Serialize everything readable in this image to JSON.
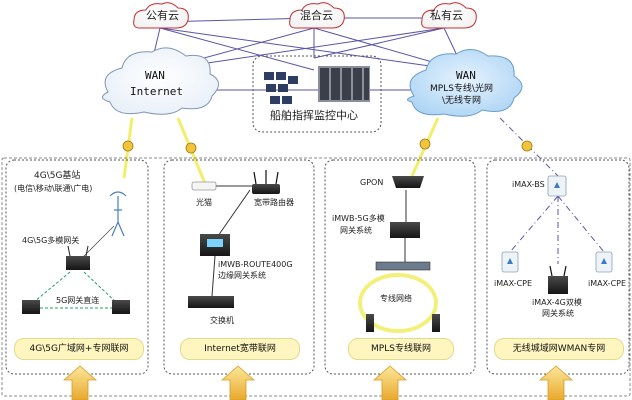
{
  "clouds": {
    "public": "公有云",
    "hybrid": "混合云",
    "private": "私有云"
  },
  "wan_left": {
    "line1": "WAN",
    "line2": "Internet"
  },
  "wan_right": {
    "line1": "WAN",
    "line2": "MPLS专线\\光网",
    "line3": "\\无线专网"
  },
  "control_center": "船舶指挥监控中心",
  "panel1": {
    "base_station_line1": "4G\\5G基站",
    "base_station_line2": "(电信\\移动\\联通\\广电)",
    "gateway_label": "4G\\5G多模网关",
    "direct_label": "5G网关直连",
    "footer": "4G\\5G广域网+专网联网"
  },
  "panel2": {
    "modem_label": "光猫",
    "router_label": "宽带路由器",
    "gateway_line1": "iMWB-ROUTE400G",
    "gateway_line2": "边缘网关系统",
    "switch_label": "交换机",
    "footer": "Internet宽带联网"
  },
  "panel3": {
    "gpon_label": "GPON",
    "gateway_line1": "iMWB-5G多模",
    "gateway_line2": "网关系统",
    "ring_label": "专线网络",
    "footer": "MPLS专线联网"
  },
  "panel4": {
    "bs_label": "iMAX-BS",
    "cpe_left": "iMAX-CPE",
    "cpe_right": "iMAX-CPE",
    "gateway_line1": "iMAX-4G双模",
    "gateway_line2": "网关系统",
    "footer": "无线城域网WMAN专网"
  },
  "colors": {
    "line_purple": "#5a55a8",
    "ring_yellow": "#f3f07a",
    "panel_label_bg": "#fff6bf",
    "wan_right_blue": "#cfe6fa",
    "arrow_yellow": "#f6d05a"
  }
}
